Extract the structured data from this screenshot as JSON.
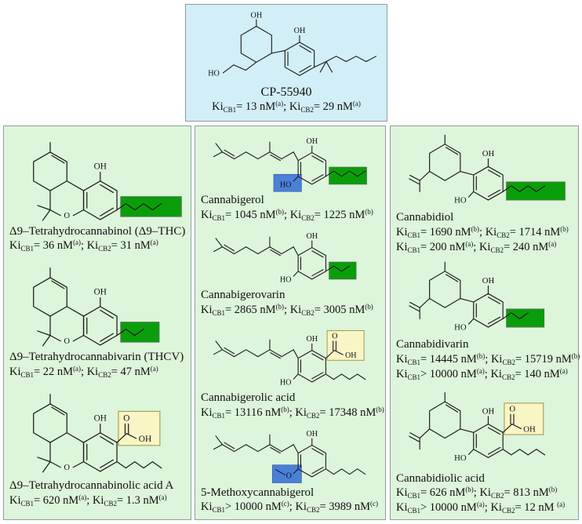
{
  "colors": {
    "panel_blue": "#d2eef6",
    "panel_green": "#ddf5da",
    "panel_border": "#8f9f9f",
    "hl_green": "#0a9e0a",
    "hl_blue": "#4a80d8",
    "hl_yellow": "#f9f5c5",
    "hl_yellow_border": "#8e8c35"
  },
  "atom_labels": {
    "oh": "OH",
    "ho": "HO",
    "o": "O"
  },
  "reference": {
    "name": "CP-55940",
    "ki": [
      "Ki_{CB1}= 13 nM^{(a)}; Ki_{CB2}= 29 nM^{(a)}"
    ]
  },
  "columns": [
    {
      "compounds": [
        {
          "name": "Δ9–Tetrahydrocannabinol (Δ9–THC)",
          "ki": [
            "Ki_{CB1}= 36 nM^{(a)}; Ki_{CB2}= 31 nM^{(a)}"
          ]
        },
        {
          "name": "Δ9–Tetrahydrocannabivarin (THCV)",
          "ki": [
            "Ki_{CB1}= 22 nM^{(a)}; Ki_{CB2}= 47 nM^{(a)}"
          ]
        },
        {
          "name": "Δ9–Tetrahydrocannabinolic acid A",
          "ki": [
            "Ki_{CB1}= 620 nM^{(a)}; Ki_{CB2}= 1.3 nM^{(a)}"
          ]
        }
      ]
    },
    {
      "compounds": [
        {
          "name": "Cannabigerol",
          "ki": [
            "Ki_{CB1}= 1045 nM^{(b)}; Ki_{CB2}= 1225 nM^{(b)}"
          ]
        },
        {
          "name": "Cannabigerovarin",
          "ki": [
            "Ki_{CB1}= 2865 nM^{(b)}; Ki_{CB2}= 3005 nM^{(b)}"
          ]
        },
        {
          "name": "Cannabigerolic acid",
          "ki": [
            "Ki_{CB1}= 13116 nM^{(b)}; Ki_{CB2}= 17348 nM^{(b)}"
          ]
        },
        {
          "name": "5-Methoxycannabigerol",
          "ki": [
            "Ki_{CB1}> 10000 nM^{(c)}; Ki_{CB2}= 3989 nM^{(c)}"
          ]
        }
      ]
    },
    {
      "compounds": [
        {
          "name": "Cannabidiol",
          "ki": [
            "Ki_{CB1}= 1690 nM^{(b)}; Ki_{CB2}= 1714 nM^{(b)}",
            "Ki_{CB1}= 200 nM^{(a)}; Ki_{CB2}= 240 nM^{(a)}"
          ]
        },
        {
          "name": "Cannabidivarin",
          "ki": [
            "Ki_{CB1}= 14445 nM^{(b)}; Ki_{CB2}= 15719 nM^{(b)}",
            "Ki_{CB1}> 10000 nM^{(a)}; Ki_{CB2}= 140 nM^{(a)}"
          ]
        },
        {
          "name": "Cannabidiolic acid",
          "ki": [
            "Ki_{CB1}= 626 nM^{(b)}; Ki_{CB2}= 813 nM^{(b)}",
            "Ki_{CB1}> 10000 nM^{(a)}; Ki_{CB2}= 12 nM ^{(a)}"
          ]
        }
      ]
    }
  ]
}
